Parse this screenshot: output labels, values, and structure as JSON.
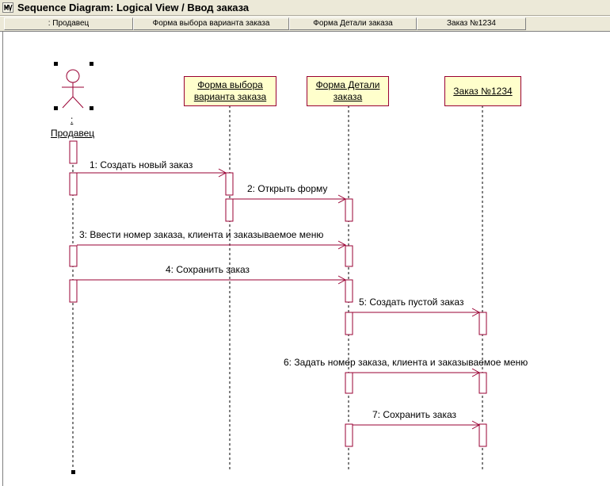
{
  "window": {
    "title": "Sequence Diagram: Logical View / Ввод заказа",
    "icon": "rose-app-icon"
  },
  "column_headers": [
    ": Продавец",
    "Форма выбора варианта заказа",
    "Форма Детали заказа",
    "Заказ №1234"
  ],
  "objects": [
    {
      "line1": "Форма выбора",
      "line2": "варианта заказа"
    },
    {
      "line1": "Форма Детали",
      "line2": "заказа"
    },
    {
      "line1": "Заказ №1234",
      "line2": ""
    }
  ],
  "actor": {
    "name": "Продавец",
    "prefix": ":"
  },
  "messages": [
    "1: Создать новый заказ",
    "2: Открыть форму",
    "3: Ввести номер заказа, клиента и заказываемое меню",
    "4: Сохранить заказ",
    "5: Создать пустой заказ",
    "6: Задать номер заказа, клиента и заказываемое меню",
    "7: Сохранить заказ"
  ],
  "colors": {
    "object_fill": "#ffffcc",
    "line": "#990033"
  }
}
